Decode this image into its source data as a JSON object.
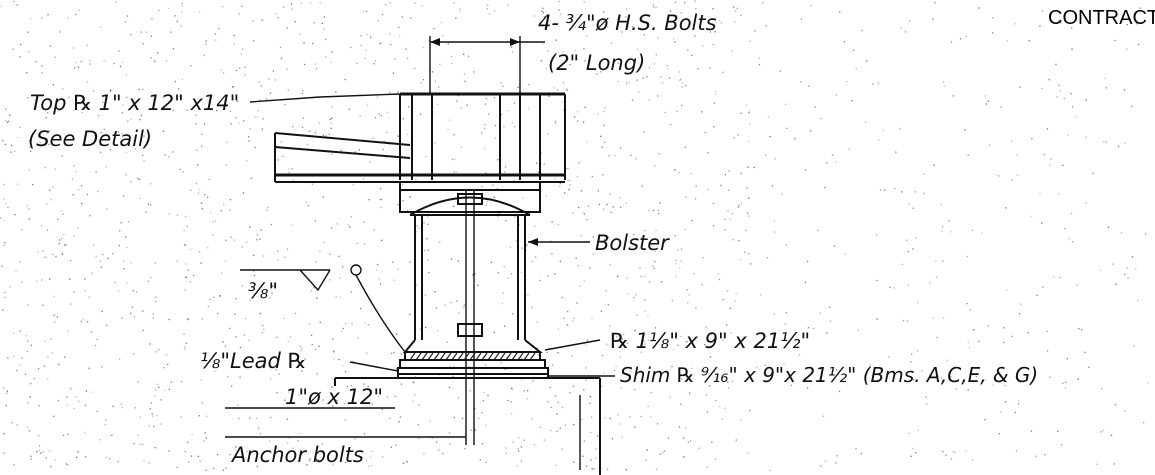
{
  "sheet": {
    "corner_text": "CONTRACT"
  },
  "callouts": {
    "hs_bolts": "4- ¾\"ø H.S. Bolts",
    "hs_bolts_length": "(2\" Long)",
    "top_plate": "Top ℞ 1\" x 12\" x14\"",
    "see_detail": "(See Detail)",
    "bolster": "Bolster",
    "weld_size": "⅜\"",
    "bearing_plate": "℞ 1⅛\" x 9\" x 21½\"",
    "lead_plate": "⅛\"Lead ℞",
    "shim_plate": "Shim ℞ ⁹⁄₁₆\" x 9\"x 21½\" (Bms. A,C,E, & G)",
    "anchor_size": "1\"ø x 12\"",
    "anchor_bolts": "Anchor bolts"
  }
}
